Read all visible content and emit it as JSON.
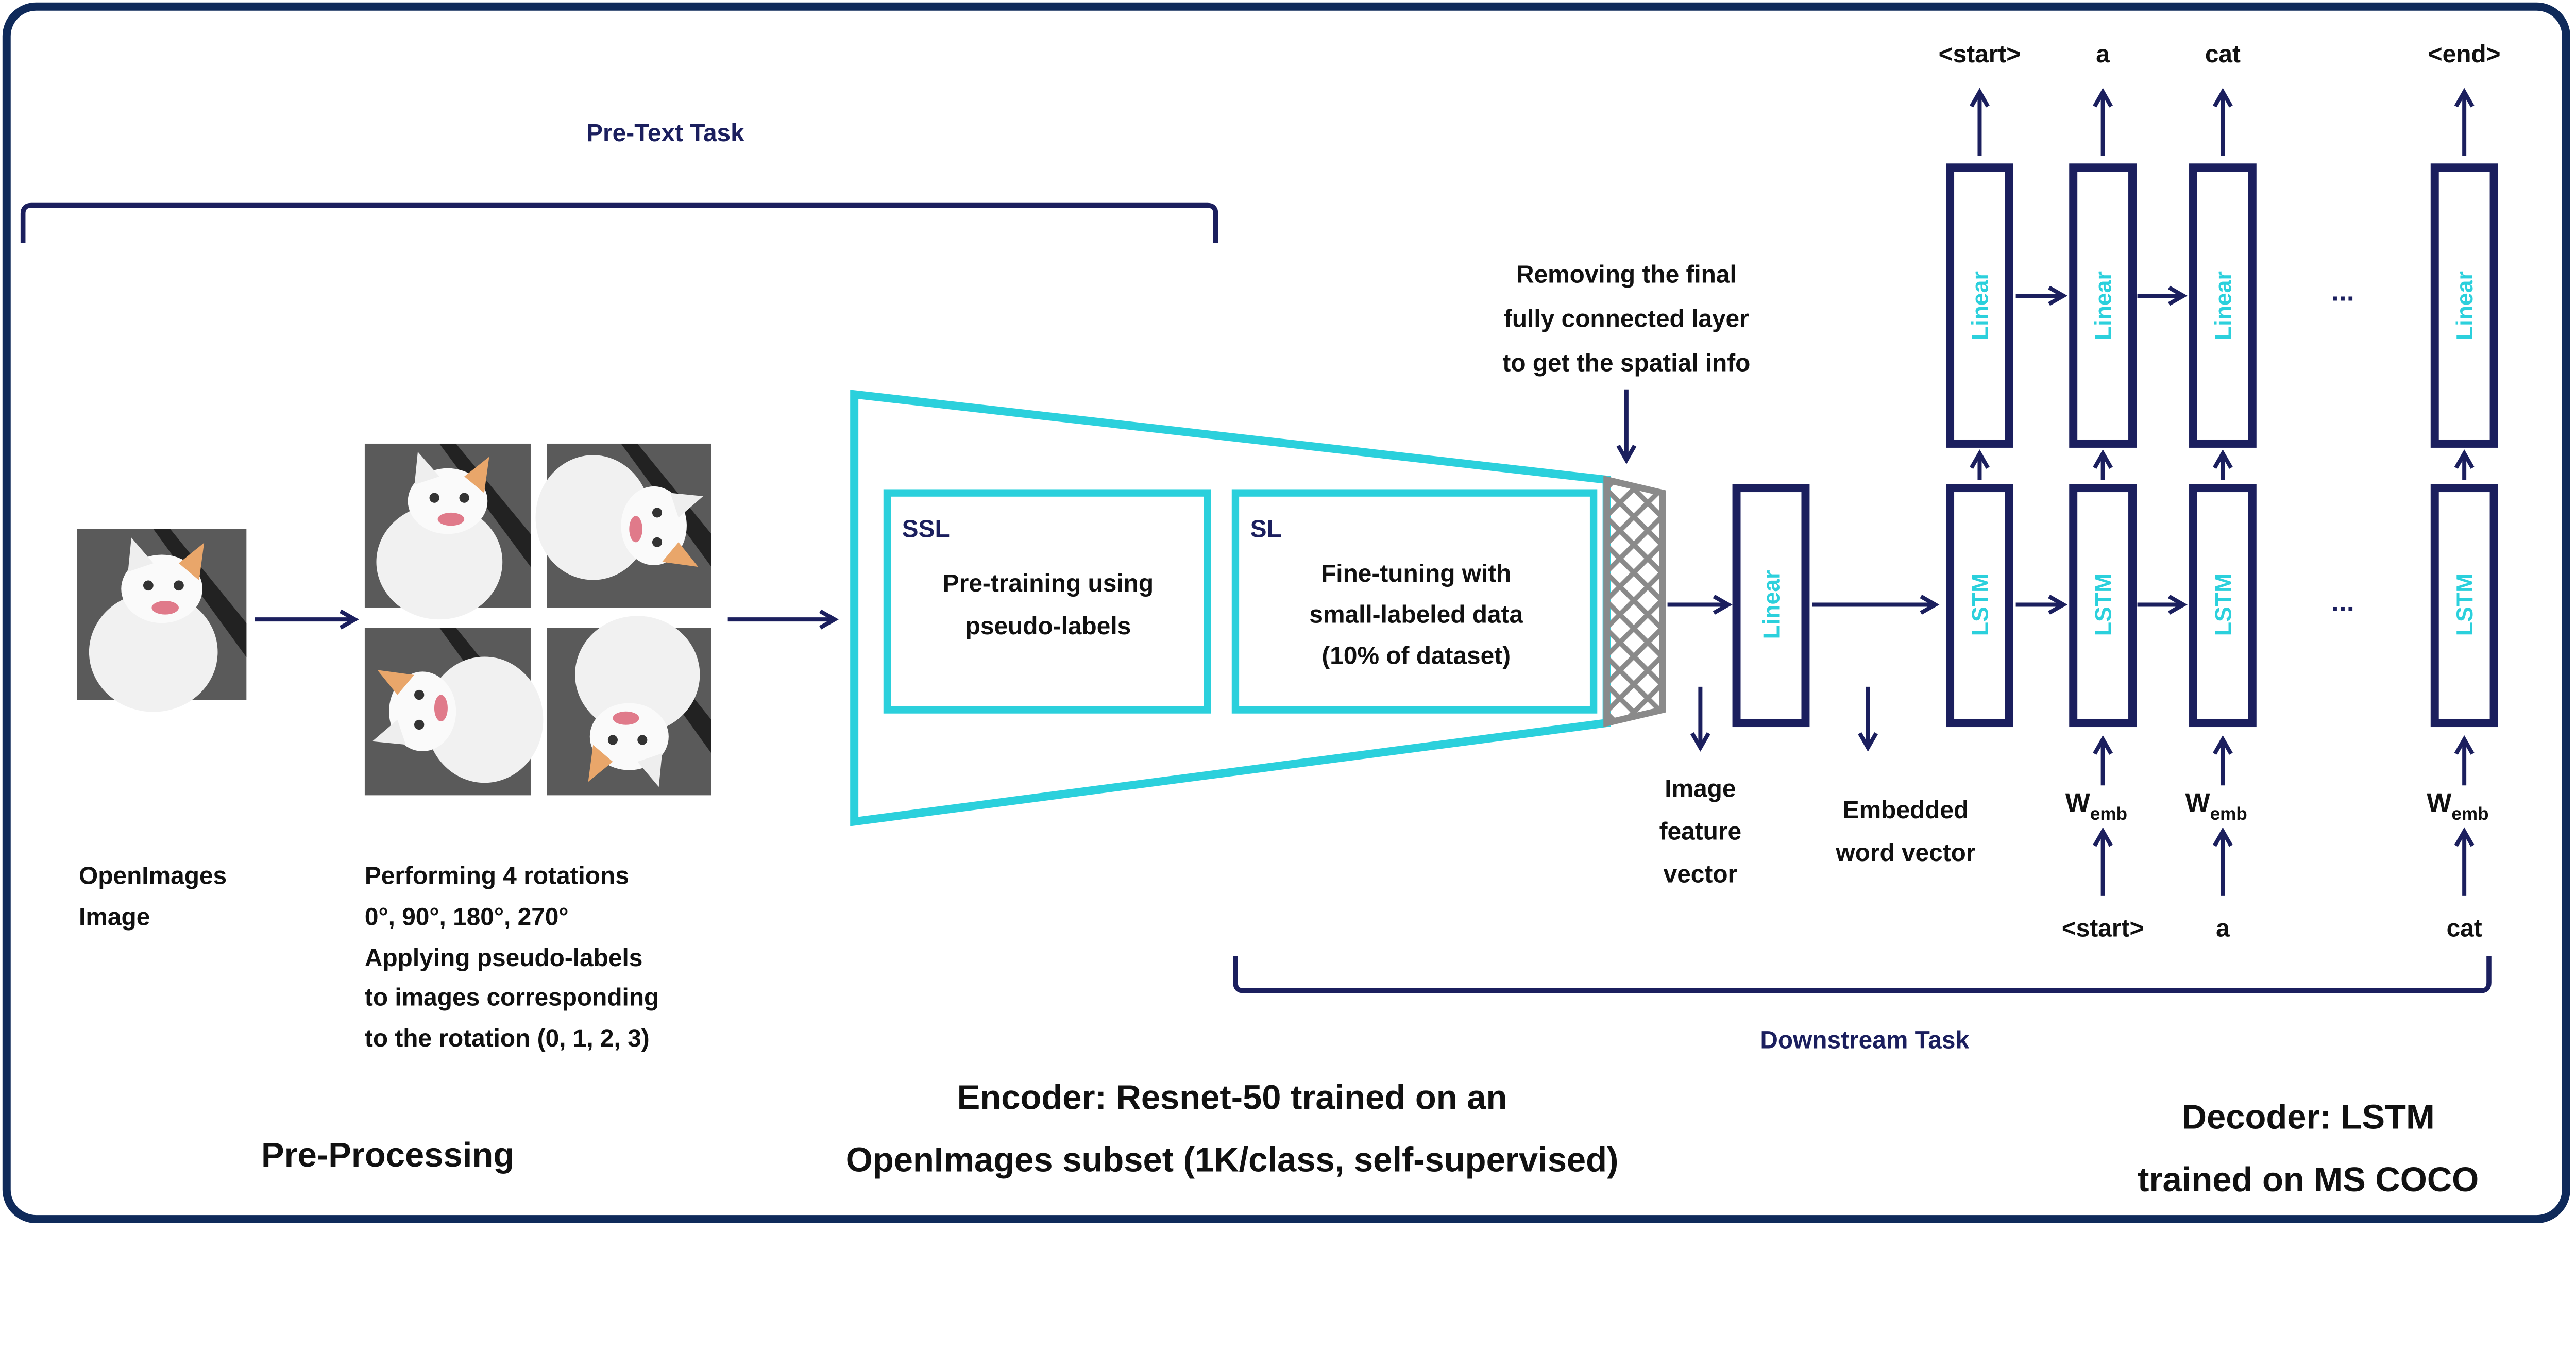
{
  "colors": {
    "navy": "#1b1f5e",
    "border": "#0f2a5a",
    "cyan": "#2bd0dc",
    "mesh": "#8a8a8a",
    "text": "#111111"
  },
  "pretext": {
    "label": "Pre-Text Task"
  },
  "downstream": {
    "label": "Downstream Task"
  },
  "input_image": {
    "caption_lines": [
      "OpenImages",
      "Image"
    ]
  },
  "rotations": {
    "caption_lines": [
      "Performing 4 rotations",
      "0°, 90°, 180°, 270°",
      "Applying pseudo-labels",
      "to images corresponding",
      "to the rotation (0, 1, 2, 3)"
    ],
    "angles": [
      0,
      90,
      180,
      270
    ]
  },
  "encoder": {
    "ssl": {
      "tag": "SSL",
      "lines": [
        "Pre-training using",
        "pseudo-labels"
      ]
    },
    "sl": {
      "tag": "SL",
      "lines": [
        "Fine-tuning with",
        "small-labeled data",
        "(10% of dataset)"
      ]
    },
    "removal_note": [
      "Removing the final",
      "fully connected layer",
      "to get the spatial info"
    ],
    "linear_label": "Linear",
    "feature_label": [
      "Image",
      "feature",
      "vector"
    ],
    "embedded_label": [
      "Embedded",
      "word vector"
    ]
  },
  "decoder": {
    "lstm_label": "LSTM",
    "linear_label": "Linear",
    "ellipsis": "...",
    "w_main": "W",
    "w_sub": "emb",
    "outputs": [
      "<start>",
      "a",
      "cat",
      "<end>"
    ],
    "inputs": [
      "<start>",
      "a",
      "cat"
    ]
  },
  "footer": {
    "preprocessing": "Pre-Processing",
    "encoder_lines": [
      "Encoder: Resnet-50 trained on an",
      "OpenImages subset (1K/class, self-supervised)"
    ],
    "decoder_lines": [
      "Decoder: LSTM",
      "trained on MS COCO"
    ]
  }
}
